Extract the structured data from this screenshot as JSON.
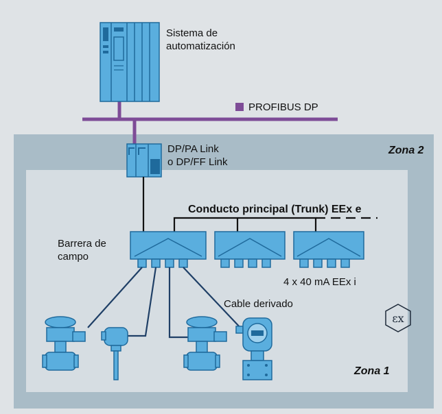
{
  "labels": {
    "automation_system": "Sistema de\nautomatización",
    "profibus": "PROFIBUS DP",
    "link": "DP/PA Link\no DP/FF Link",
    "zone2": "Zona 2",
    "zone1": "Zona 1",
    "trunk": "Conducto principal (Trunk) EEx e",
    "field_barrier": "Barrera de\ncampo",
    "spur_rating": "4 x 40 mA EEx i",
    "spur_cable": "Cable derivado"
  },
  "colors": {
    "device_blue": "#5aaede",
    "device_dark": "#1f6a9c",
    "profibus_purple": "#7e4c97",
    "cable_navy": "#1f3f66",
    "zone2_bg": "#a9bcc7",
    "zone1_bg": "#d6dde2",
    "outer_bg": "#dfe3e6"
  },
  "icons": [
    "ex-explosion-protection-icon"
  ]
}
